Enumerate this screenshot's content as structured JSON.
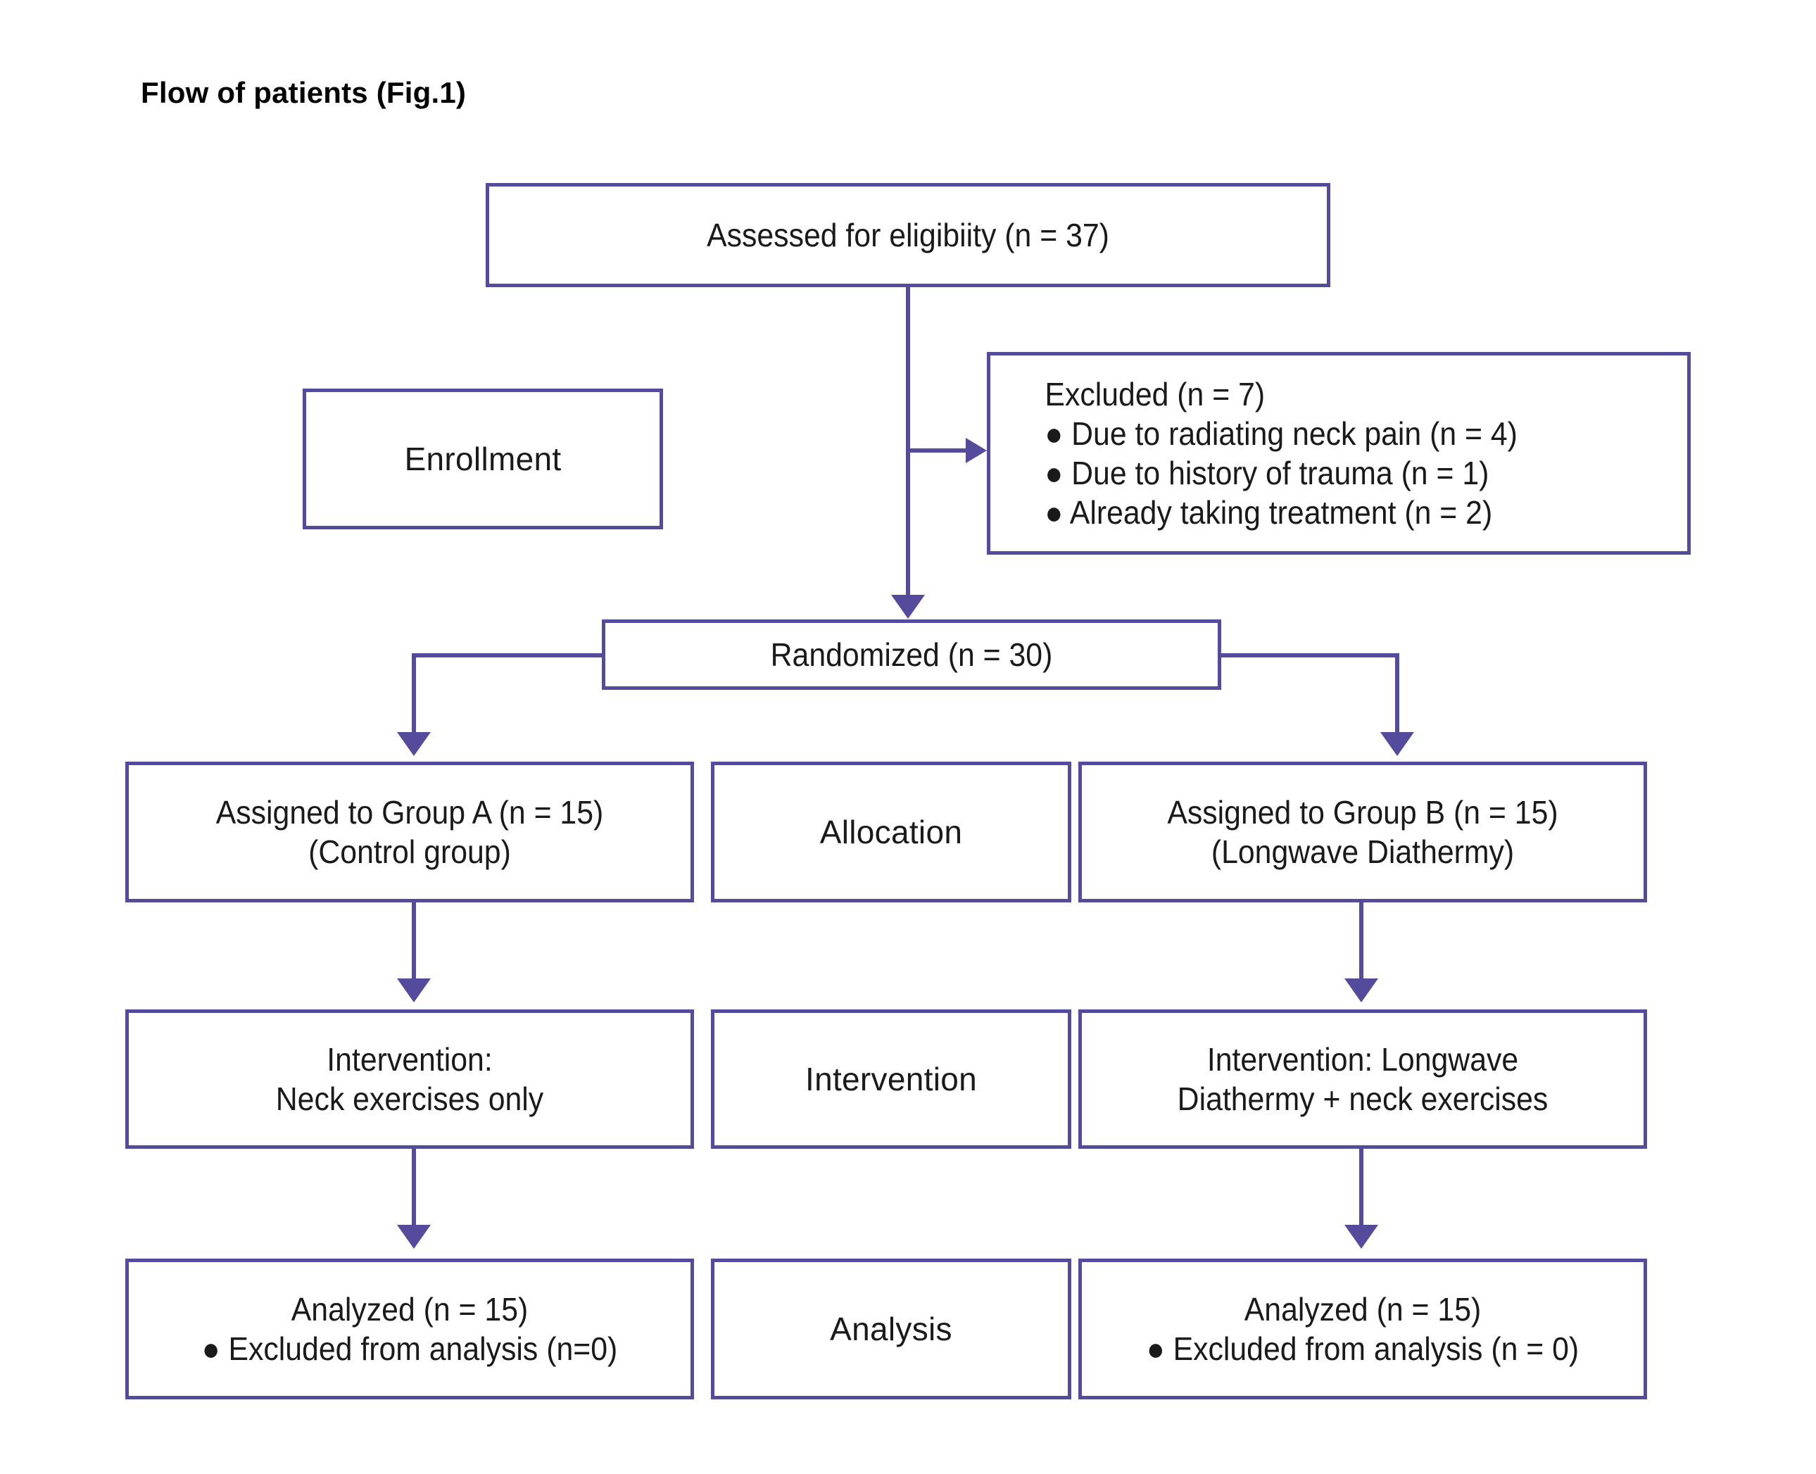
{
  "figure": {
    "title": "Flow of patients (Fig.1)",
    "accent_color": "#554b9c",
    "text_color": "#1a1a1a",
    "background_color": "#ffffff"
  },
  "nodes": {
    "assessed": {
      "label": "Assessed for eligibiity (n = 37)"
    },
    "enrollment": {
      "label": "Enrollment"
    },
    "excluded": {
      "heading": "Excluded (n = 7)",
      "items": [
        "● Due to radiating neck pain (n = 4)",
        "● Due to history of trauma (n = 1)",
        "● Already taking treatment (n = 2)"
      ]
    },
    "randomized": {
      "label": "Randomized (n = 30)"
    },
    "allocation_label": {
      "label": "Allocation"
    },
    "group_a": {
      "line1": "Assigned to Group A (n = 15)",
      "line2": "(Control group)"
    },
    "group_b": {
      "line1": "Assigned to Group B (n = 15)",
      "line2": "(Longwave Diathermy)"
    },
    "intervention_label": {
      "label": "Intervention"
    },
    "intervention_a": {
      "line1": "Intervention:",
      "line2": "Neck exercises only"
    },
    "intervention_b": {
      "line1": "Intervention: Longwave",
      "line2": "Diathermy + neck exercises"
    },
    "analysis_label": {
      "label": "Analysis"
    },
    "analysis_a": {
      "line1": "Analyzed (n = 15)",
      "line2": "● Excluded from analysis (n=0)"
    },
    "analysis_b": {
      "line1": "Analyzed (n = 15)",
      "line2": "● Excluded from analysis (n = 0)"
    }
  },
  "chart_data": {
    "type": "diagram",
    "title": "Flow of patients (Fig.1)",
    "diagram_kind": "CONSORT participant flow",
    "stages": [
      "Enrollment",
      "Allocation",
      "Intervention",
      "Analysis"
    ],
    "counts": {
      "assessed_for_eligibility": 37,
      "excluded_total": 7,
      "excluded_radiating_neck_pain": 4,
      "excluded_history_of_trauma": 1,
      "excluded_already_taking_treatment": 2,
      "randomized": 30,
      "group_a_assigned": 15,
      "group_b_assigned": 15,
      "group_a_analyzed": 15,
      "group_b_analyzed": 15,
      "group_a_excluded_from_analysis": 0,
      "group_b_excluded_from_analysis": 0
    },
    "arms": [
      {
        "name": "Group A (Control group)",
        "intervention": "Neck exercises only",
        "n": 15
      },
      {
        "name": "Group B (Longwave Diathermy)",
        "intervention": "Longwave Diathermy + neck exercises",
        "n": 15
      }
    ]
  }
}
